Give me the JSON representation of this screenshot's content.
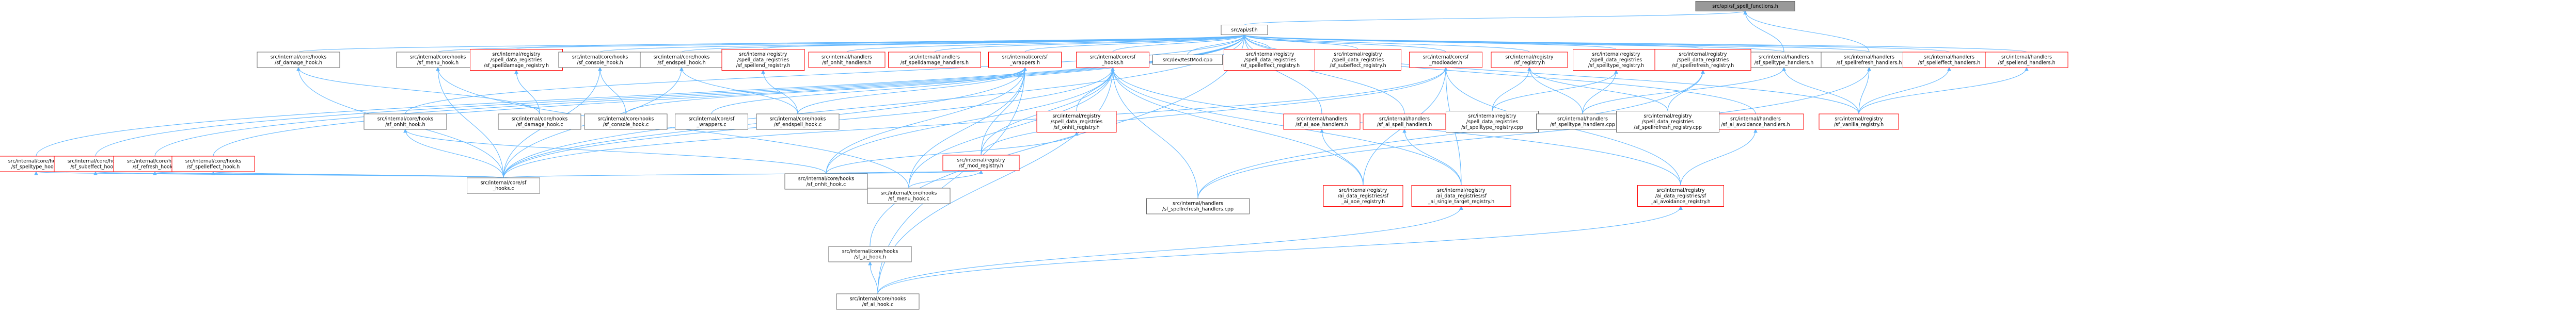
{
  "graph": {
    "style": {
      "root_fill": "#999999",
      "node_fill": "#ffffff",
      "plain_border": "#666666",
      "red_border": "#ff0000",
      "edge_color": "#63b8ff"
    },
    "nodes": [
      {
        "id": "root",
        "lines": [
          "src/api/sf_spell_functions.h"
        ],
        "kind": "root"
      },
      {
        "id": "sfapi_h",
        "lines": [
          "src/api/sf.h"
        ],
        "kind": "plain"
      },
      {
        "id": "spelltype_handlers_h",
        "lines": [
          "src/internal/handlers",
          "/sf_spelltype_handlers.h"
        ],
        "kind": "plain"
      },
      {
        "id": "spellrefresh_handlers_h",
        "lines": [
          "src/internal/handlers",
          "/sf_spellrefresh_handlers.h"
        ],
        "kind": "plain"
      },
      {
        "id": "spelltype_hook_h",
        "lines": [
          "src/internal/core/hooks",
          "/sf_spelltype_hook.h"
        ],
        "kind": "red"
      },
      {
        "id": "subeffect_hook_h",
        "lines": [
          "src/internal/core/hooks",
          "/sf_subeffect_hook.h"
        ],
        "kind": "red"
      },
      {
        "id": "refresh_hook_h",
        "lines": [
          "src/internal/core/hooks",
          "/sf_refresh_hook.h"
        ],
        "kind": "red"
      },
      {
        "id": "spelleffect_hook_h",
        "lines": [
          "src/internal/core/hooks",
          "/sf_spelleffect_hook.h"
        ],
        "kind": "red"
      },
      {
        "id": "damage_hook_h",
        "lines": [
          "src/internal/core/hooks",
          "/sf_damage_hook.h"
        ],
        "kind": "plain"
      },
      {
        "id": "onhit_hook_h",
        "lines": [
          "src/internal/core/hooks",
          "/sf_onhit_hook.h"
        ],
        "kind": "plain"
      },
      {
        "id": "menu_hook_h",
        "lines": [
          "src/internal/core/hooks",
          "/sf_menu_hook.h"
        ],
        "kind": "plain"
      },
      {
        "id": "spelldamage_registry_h",
        "lines": [
          "src/internal/registry",
          "/spell_data_registries",
          "/sf_spelldamage_registry.h"
        ],
        "kind": "red"
      },
      {
        "id": "console_hook_h",
        "lines": [
          "src/internal/core/hooks",
          "/sf_console_hook.h"
        ],
        "kind": "plain"
      },
      {
        "id": "endspell_hook_h",
        "lines": [
          "src/internal/core/hooks",
          "/sf_endspell_hook.h"
        ],
        "kind": "plain"
      },
      {
        "id": "spellend_registry_h",
        "lines": [
          "src/internal/registry",
          "/spell_data_registries",
          "/sf_spellend_registry.h"
        ],
        "kind": "red"
      },
      {
        "id": "onhit_handlers_h",
        "lines": [
          "src/internal/handlers",
          "/sf_onhit_handlers.h"
        ],
        "kind": "red"
      },
      {
        "id": "spelldamage_handlers_h",
        "lines": [
          "src/internal/handlers",
          "/sf_spelldamage_handlers.h"
        ],
        "kind": "red"
      },
      {
        "id": "wrappers_h",
        "lines": [
          "src/internal/core/sf",
          "_wrappers.h"
        ],
        "kind": "red"
      },
      {
        "id": "sf_hooks_h",
        "lines": [
          "src/internal/core/sf",
          "_hooks.h"
        ],
        "kind": "red"
      },
      {
        "id": "testmod_cpp",
        "lines": [
          "src/dev/testMod.cpp"
        ],
        "kind": "plain"
      },
      {
        "id": "spelleffect_registry_h",
        "lines": [
          "src/internal/registry",
          "/spell_data_registries",
          "/sf_spelleffect_registry.h"
        ],
        "kind": "red"
      },
      {
        "id": "subeffect_registry_h",
        "lines": [
          "src/internal/registry",
          "/spell_data_registries",
          "/sf_subeffect_registry.h"
        ],
        "kind": "red"
      },
      {
        "id": "modloader_h",
        "lines": [
          "src/internal/core/sf",
          "_modloader.h"
        ],
        "kind": "red"
      },
      {
        "id": "registry_h",
        "lines": [
          "src/internal/registry",
          "/sf_registry.h"
        ],
        "kind": "red"
      },
      {
        "id": "spelltype_registry_h",
        "lines": [
          "src/internal/registry",
          "/spell_data_registries",
          "/sf_spelltype_registry.h"
        ],
        "kind": "red"
      },
      {
        "id": "spellrefresh_registry_h",
        "lines": [
          "src/internal/registry",
          "/spell_data_registries",
          "/sf_spellrefresh_registry.h"
        ],
        "kind": "red"
      },
      {
        "id": "ai_avoidance_handlers_h",
        "lines": [
          "src/internal/handlers",
          "/sf_ai_avoidance_handlers.h"
        ],
        "kind": "red"
      },
      {
        "id": "spelleffect_handlers_h",
        "lines": [
          "src/internal/handlers",
          "/sf_spelleffect_handlers.h"
        ],
        "kind": "red"
      },
      {
        "id": "spellend_handlers_h",
        "lines": [
          "src/internal/handlers",
          "/sf_spellend_handlers.h"
        ],
        "kind": "red"
      },
      {
        "id": "damage_hook_c",
        "lines": [
          "src/internal/core/hooks",
          "/sf_damage_hook.c"
        ],
        "kind": "plain"
      },
      {
        "id": "console_hook_c",
        "lines": [
          "src/internal/core/hooks",
          "/sf_console_hook.c"
        ],
        "kind": "plain"
      },
      {
        "id": "wrappers_c",
        "lines": [
          "src/internal/core/sf",
          "_wrappers.c"
        ],
        "kind": "plain"
      },
      {
        "id": "endspell_hook_c",
        "lines": [
          "src/internal/core/hooks",
          "/sf_endspell_hook.c"
        ],
        "kind": "plain"
      },
      {
        "id": "mod_registry_h",
        "lines": [
          "src/internal/registry",
          "/sf_mod_registry.h"
        ],
        "kind": "red"
      },
      {
        "id": "onhit_registry_h",
        "lines": [
          "src/internal/registry",
          "/spell_data_registries",
          "/sf_onhit_registry.h"
        ],
        "kind": "red"
      },
      {
        "id": "ai_aoe_handlers_h",
        "lines": [
          "src/internal/handlers",
          "/sf_ai_aoe_handlers.h"
        ],
        "kind": "red"
      },
      {
        "id": "ai_spell_handlers_h",
        "lines": [
          "src/internal/handlers",
          "/sf_ai_spell_handlers.h"
        ],
        "kind": "red"
      },
      {
        "id": "spelltype_registry_cpp",
        "lines": [
          "src/internal/registry",
          "/spell_data_registries",
          "/sf_spelltype_registry.cpp"
        ],
        "kind": "plain"
      },
      {
        "id": "spelltype_handlers_cpp",
        "lines": [
          "src/internal/handlers",
          "/sf_spelltype_handlers.cpp"
        ],
        "kind": "plain"
      },
      {
        "id": "spellrefresh_registry_cpp",
        "lines": [
          "src/internal/registry",
          "/spell_data_registries",
          "/sf_spellrefresh_registry.cpp"
        ],
        "kind": "plain"
      },
      {
        "id": "vanilla_registry_h",
        "lines": [
          "src/internal/registry",
          "/sf_vanilla_registry.h"
        ],
        "kind": "red"
      },
      {
        "id": "onhit_hook_c",
        "lines": [
          "src/internal/core/hooks",
          "/sf_onhit_hook.c"
        ],
        "kind": "plain"
      },
      {
        "id": "sf_hooks_c",
        "lines": [
          "src/internal/core/sf",
          "_hooks.c"
        ],
        "kind": "plain"
      },
      {
        "id": "menu_hook_c",
        "lines": [
          "src/internal/core/hooks",
          "/sf_menu_hook.c"
        ],
        "kind": "plain"
      },
      {
        "id": "spellrefresh_handlers_cpp",
        "lines": [
          "src/internal/handlers",
          "/sf_spellrefresh_handlers.cpp"
        ],
        "kind": "plain"
      },
      {
        "id": "ai_aoe_registry_h",
        "lines": [
          "src/internal/registry",
          "/ai_data_registries/sf",
          "_ai_aoe_registry.h"
        ],
        "kind": "red"
      },
      {
        "id": "ai_single_target_registry_h",
        "lines": [
          "src/internal/registry",
          "/ai_data_registries/sf",
          "_ai_single_target_registry.h"
        ],
        "kind": "red"
      },
      {
        "id": "ai_avoidance_registry_h",
        "lines": [
          "src/internal/registry",
          "/ai_data_registries/sf",
          "_ai_avoidance_registry.h"
        ],
        "kind": "red"
      },
      {
        "id": "ai_hook_h",
        "lines": [
          "src/internal/core/hooks",
          "/sf_ai_hook.h"
        ],
        "kind": "plain"
      },
      {
        "id": "ai_hook_c",
        "lines": [
          "src/internal/core/hooks",
          "/sf_ai_hook.c"
        ],
        "kind": "plain"
      }
    ],
    "edges": [
      [
        "root",
        "sfapi_h"
      ],
      [
        "root",
        "spelltype_handlers_h"
      ],
      [
        "root",
        "spellrefresh_handlers_h"
      ],
      [
        "sfapi_h",
        "spelltype_hook_h"
      ],
      [
        "sfapi_h",
        "subeffect_hook_h"
      ],
      [
        "sfapi_h",
        "refresh_hook_h"
      ],
      [
        "sfapi_h",
        "spelleffect_hook_h"
      ],
      [
        "sfapi_h",
        "damage_hook_h"
      ],
      [
        "sfapi_h",
        "onhit_hook_h"
      ],
      [
        "sfapi_h",
        "menu_hook_h"
      ],
      [
        "sfapi_h",
        "spelldamage_registry_h"
      ],
      [
        "sfapi_h",
        "console_hook_h"
      ],
      [
        "sfapi_h",
        "endspell_hook_h"
      ],
      [
        "sfapi_h",
        "spellend_registry_h"
      ],
      [
        "sfapi_h",
        "onhit_handlers_h"
      ],
      [
        "sfapi_h",
        "spelldamage_handlers_h"
      ],
      [
        "sfapi_h",
        "wrappers_h"
      ],
      [
        "sfapi_h",
        "sf_hooks_h"
      ],
      [
        "sfapi_h",
        "testmod_cpp"
      ],
      [
        "sfapi_h",
        "spelleffect_registry_h"
      ],
      [
        "sfapi_h",
        "subeffect_registry_h"
      ],
      [
        "sfapi_h",
        "modloader_h"
      ],
      [
        "sfapi_h",
        "registry_h"
      ],
      [
        "sfapi_h",
        "spelltype_registry_h"
      ],
      [
        "sfapi_h",
        "spellrefresh_registry_h"
      ],
      [
        "sfapi_h",
        "spelltype_handlers_h"
      ],
      [
        "sfapi_h",
        "spellrefresh_handlers_h"
      ],
      [
        "sfapi_h",
        "ai_avoidance_handlers_h"
      ],
      [
        "sfapi_h",
        "spelleffect_handlers_h"
      ],
      [
        "sfapi_h",
        "spellend_handlers_h"
      ],
      [
        "sfapi_h",
        "ai_aoe_handlers_h"
      ],
      [
        "sfapi_h",
        "ai_spell_handlers_h"
      ],
      [
        "sfapi_h",
        "vanilla_registry_h"
      ],
      [
        "sfapi_h",
        "sf_hooks_c"
      ],
      [
        "sfapi_h",
        "ai_hook_h"
      ],
      [
        "spelltype_hook_h",
        "sf_hooks_c"
      ],
      [
        "subeffect_hook_h",
        "sf_hooks_c"
      ],
      [
        "refresh_hook_h",
        "sf_hooks_c"
      ],
      [
        "spelleffect_hook_h",
        "sf_hooks_c"
      ],
      [
        "damage_hook_h",
        "damage_hook_c"
      ],
      [
        "damage_hook_h",
        "sf_hooks_c"
      ],
      [
        "onhit_hook_h",
        "onhit_hook_c"
      ],
      [
        "onhit_hook_h",
        "sf_hooks_c"
      ],
      [
        "menu_hook_h",
        "menu_hook_c"
      ],
      [
        "menu_hook_h",
        "sf_hooks_c"
      ],
      [
        "spelldamage_registry_h",
        "damage_hook_c"
      ],
      [
        "console_hook_h",
        "console_hook_c"
      ],
      [
        "console_hook_h",
        "sf_hooks_c"
      ],
      [
        "endspell_hook_h",
        "endspell_hook_c"
      ],
      [
        "endspell_hook_h",
        "sf_hooks_c"
      ],
      [
        "spellend_registry_h",
        "endspell_hook_c"
      ],
      [
        "wrappers_h",
        "wrappers_c"
      ],
      [
        "wrappers_h",
        "sf_hooks_c"
      ],
      [
        "wrappers_h",
        "mod_registry_h"
      ],
      [
        "wrappers_h",
        "onhit_hook_c"
      ],
      [
        "wrappers_h",
        "menu_hook_c"
      ],
      [
        "wrappers_h",
        "console_hook_c"
      ],
      [
        "wrappers_h",
        "endspell_hook_c"
      ],
      [
        "wrappers_h",
        "ai_hook_c"
      ],
      [
        "sf_hooks_h",
        "sf_hooks_c"
      ],
      [
        "sf_hooks_h",
        "mod_registry_h"
      ],
      [
        "sf_hooks_h",
        "onhit_registry_h"
      ],
      [
        "sf_hooks_h",
        "ai_aoe_registry_h"
      ],
      [
        "sf_hooks_h",
        "ai_single_target_registry_h"
      ],
      [
        "sf_hooks_h",
        "ai_avoidance_registry_h"
      ],
      [
        "sf_hooks_h",
        "menu_hook_c"
      ],
      [
        "sf_hooks_h",
        "onhit_hook_c"
      ],
      [
        "sf_hooks_h",
        "spellrefresh_handlers_cpp"
      ],
      [
        "sf_hooks_h",
        "ai_hook_c"
      ],
      [
        "modloader_h",
        "mod_registry_h"
      ],
      [
        "modloader_h",
        "sf_hooks_c"
      ],
      [
        "modloader_h",
        "ai_aoe_registry_h"
      ],
      [
        "modloader_h",
        "ai_single_target_registry_h"
      ],
      [
        "modloader_h",
        "ai_avoidance_registry_h"
      ],
      [
        "registry_h",
        "spelltype_registry_cpp"
      ],
      [
        "registry_h",
        "spelltype_handlers_cpp"
      ],
      [
        "registry_h",
        "spellrefresh_registry_cpp"
      ],
      [
        "spelltype_registry_h",
        "spelltype_registry_cpp"
      ],
      [
        "spelltype_registry_h",
        "spelltype_handlers_cpp"
      ],
      [
        "spellrefresh_registry_h",
        "spellrefresh_registry_cpp"
      ],
      [
        "spellrefresh_registry_h",
        "spellrefresh_handlers_cpp"
      ],
      [
        "spelltype_handlers_h",
        "spelltype_handlers_cpp"
      ],
      [
        "spelltype_handlers_h",
        "vanilla_registry_h"
      ],
      [
        "spellrefresh_handlers_h",
        "spellrefresh_handlers_cpp"
      ],
      [
        "spellrefresh_handlers_h",
        "vanilla_registry_h"
      ],
      [
        "spelleffect_handlers_h",
        "vanilla_registry_h"
      ],
      [
        "spellend_handlers_h",
        "vanilla_registry_h"
      ],
      [
        "ai_avoidance_handlers_h",
        "ai_avoidance_registry_h"
      ],
      [
        "mod_registry_h",
        "sf_hooks_c"
      ],
      [
        "mod_registry_h",
        "menu_hook_c"
      ],
      [
        "mod_registry_h",
        "onhit_hook_c"
      ],
      [
        "onhit_registry_h",
        "onhit_hook_c"
      ],
      [
        "ai_aoe_handlers_h",
        "ai_aoe_registry_h"
      ],
      [
        "ai_spell_handlers_h",
        "ai_single_target_registry_h"
      ],
      [
        "ai_single_target_registry_h",
        "ai_hook_c"
      ],
      [
        "ai_avoidance_registry_h",
        "ai_hook_c"
      ],
      [
        "ai_hook_h",
        "ai_hook_c"
      ]
    ]
  }
}
